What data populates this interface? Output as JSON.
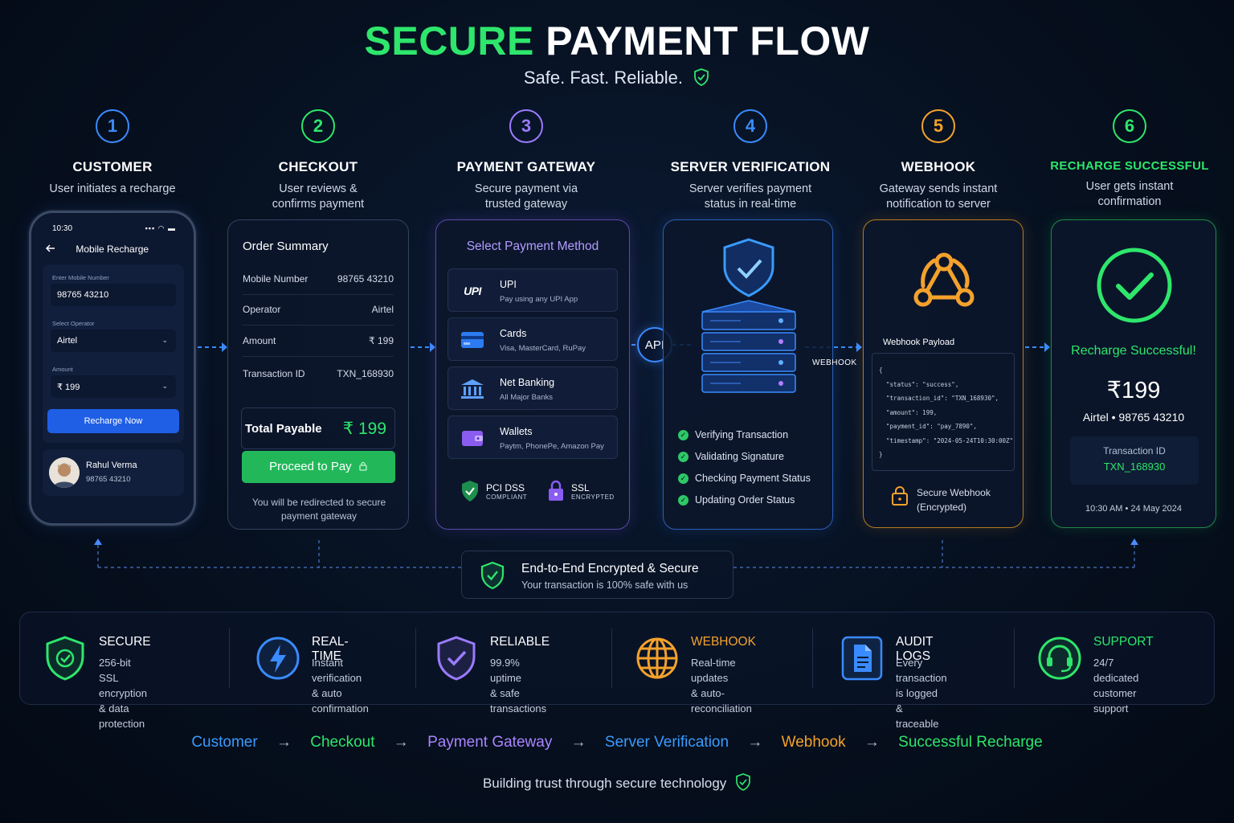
{
  "header": {
    "title_green": "SECURE",
    "title_white": "PAYMENT FLOW",
    "subtitle": "Safe. Fast. Reliable."
  },
  "colors": {
    "green": "#2ee66b",
    "blue": "#3a8bff",
    "purple": "#9b7bff",
    "orange": "#f4a22c"
  },
  "steps": [
    {
      "num": "1",
      "name": "CUSTOMER",
      "desc": "User initiates a recharge",
      "color": "#3a8bff"
    },
    {
      "num": "2",
      "name": "CHECKOUT",
      "desc": "User reviews & confirms payment",
      "color": "#2ee66b"
    },
    {
      "num": "3",
      "name": "PAYMENT GATEWAY",
      "desc": "Secure payment via trusted gateway",
      "color": "#9b7bff"
    },
    {
      "num": "4",
      "name": "SERVER VERIFICATION",
      "desc": "Server verifies payment status in real-time",
      "color": "#3a8bff"
    },
    {
      "num": "5",
      "name": "WEBHOOK",
      "desc": "Gateway sends instant notification to server",
      "color": "#f4a22c"
    },
    {
      "num": "6",
      "name": "RECHARGE SUCCESSFUL",
      "desc": "User gets instant confirmation",
      "color": "#2ee66b"
    }
  ],
  "phone": {
    "time": "10:30",
    "signal": "▪▪▪ ◠ ▬",
    "back_icon": "arrow-left-icon",
    "title": "Mobile Recharge",
    "mobile_label": "Enter Mobile Number",
    "mobile_value": "98765 43210",
    "operator_label": "Select Operator",
    "operator_value": "Airtel",
    "amount_label": "Amount",
    "amount_value": "₹ 199",
    "button": "Recharge Now",
    "user_name": "Rahul Verma",
    "user_number": "98765 43210"
  },
  "checkout": {
    "title": "Order Summary",
    "rows": [
      {
        "label": "Mobile Number",
        "value": "98765 43210"
      },
      {
        "label": "Operator",
        "value": "Airtel"
      },
      {
        "label": "Amount",
        "value": "₹ 199"
      },
      {
        "label": "Transaction ID",
        "value": "TXN_168930"
      }
    ],
    "total_label": "Total Payable",
    "total_value": "₹ 199",
    "button": "Proceed to Pay",
    "note": "You will be redirected to secure payment gateway"
  },
  "gateway": {
    "title": "Select Payment Method",
    "methods": [
      {
        "name": "UPI",
        "sub": "Pay using any UPI App",
        "icon": "upi-logo-icon",
        "logo": "UPI"
      },
      {
        "name": "Cards",
        "sub": "Visa, MasterCard, RuPay",
        "icon": "card-icon"
      },
      {
        "name": "Net Banking",
        "sub": "All Major Banks",
        "icon": "bank-icon"
      },
      {
        "name": "Wallets",
        "sub": "Paytm, PhonePe, Amazon Pay",
        "icon": "wallet-icon"
      }
    ],
    "badge1_title": "PCI DSS",
    "badge1_sub": "COMPLIANT",
    "badge2_title": "SSL",
    "badge2_sub": "ENCRYPTED"
  },
  "connectors": {
    "api": "API",
    "webhook": "WEBHOOK"
  },
  "server": {
    "checks": [
      "Verifying Transaction",
      "Validating Signature",
      "Checking Payment Status",
      "Updating Order Status"
    ]
  },
  "webhook": {
    "payload_title": "Webhook Payload",
    "payload": "{\n  \"status\": \"success\",\n  \"transaction_id\": \"TXN_168930\",\n  \"amount\": 199,\n  \"payment_id\": \"pay_7890\",\n  \"timestamp\": \"2024-05-24T10:30:00Z\"\n}",
    "secure_line1": "Secure Webhook",
    "secure_line2": "(Encrypted)"
  },
  "success": {
    "title": "Recharge Successful!",
    "amount": "₹199",
    "operator_line": "Airtel • 98765 43210",
    "txn_label": "Transaction ID",
    "txn_value": "TXN_168930",
    "time": "10:30 AM • 24 May 2024"
  },
  "encrypted": {
    "title": "End-to-End Encrypted & Secure",
    "sub": "Your transaction is 100% safe with us"
  },
  "features": [
    {
      "title": "SECURE",
      "line1": "256-bit SSL encryption",
      "line2": "& data protection",
      "color": "#2ee66b",
      "icon": "shield-check-icon"
    },
    {
      "title": "REAL-TIME",
      "line1": "Instant verification",
      "line2": "& auto confirmation",
      "color": "#ffffff",
      "icon": "lightning-icon"
    },
    {
      "title": "RELIABLE",
      "line1": "99.9% uptime",
      "line2": "& safe transactions",
      "color": "#ffffff",
      "icon": "shield-tick-icon"
    },
    {
      "title": "WEBHOOK",
      "line1": "Real-time updates",
      "line2": "& auto-reconciliation",
      "color": "#f4a22c",
      "icon": "globe-icon"
    },
    {
      "title": "AUDIT LOGS",
      "line1": "Every transaction",
      "line2": "is logged & traceable",
      "color": "#ffffff",
      "icon": "document-icon"
    },
    {
      "title": "SUPPORT",
      "line1": "24/7 dedicated",
      "line2": "customer support",
      "color": "#2ee66b",
      "icon": "headset-icon"
    }
  ],
  "flow": [
    {
      "label": "Customer",
      "color": "#3a9bff"
    },
    {
      "label": "Checkout",
      "color": "#2ee66b"
    },
    {
      "label": "Payment Gateway",
      "color": "#a884ff"
    },
    {
      "label": "Server Verification",
      "color": "#3a9bff"
    },
    {
      "label": "Webhook",
      "color": "#f4a22c"
    },
    {
      "label": "Successful Recharge",
      "color": "#2ee66b"
    }
  ],
  "flow_arrow": "→",
  "footer": "Building trust through secure technology"
}
